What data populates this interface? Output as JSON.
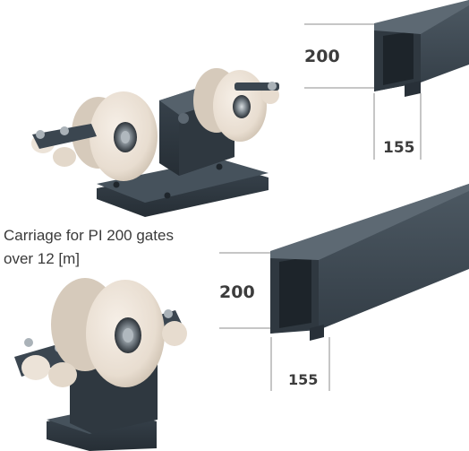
{
  "caption": {
    "line1": "Carriage for PI 200 gates",
    "line2": "over 12 [m]"
  },
  "profile_top": {
    "height_label": "200",
    "width_label": "155"
  },
  "profile_bottom": {
    "height_label": "200",
    "width_label": "155"
  },
  "colors": {
    "steel": "#3b4650",
    "steel_dark": "#283038",
    "steel_light": "#56626c",
    "wheel": "#efe6dc",
    "wheel_shade": "#d3c7b8",
    "dimension_line": "#8c8c8c",
    "caption_text": "#3a3a3a"
  }
}
